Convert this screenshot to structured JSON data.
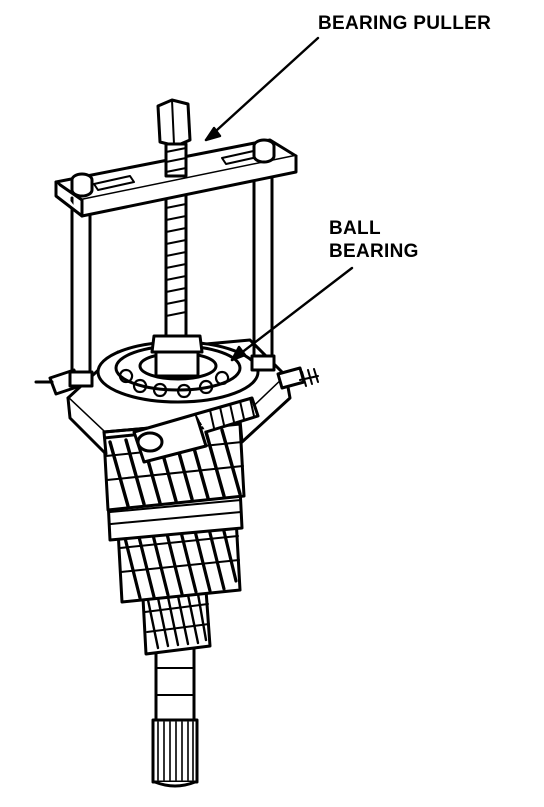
{
  "labels": {
    "bearing_puller": "BEARING PULLER",
    "ball_bearing_line1": "BALL",
    "ball_bearing_line2": "BEARING"
  },
  "colors": {
    "ink": "#000000",
    "paper": "#ffffff"
  }
}
